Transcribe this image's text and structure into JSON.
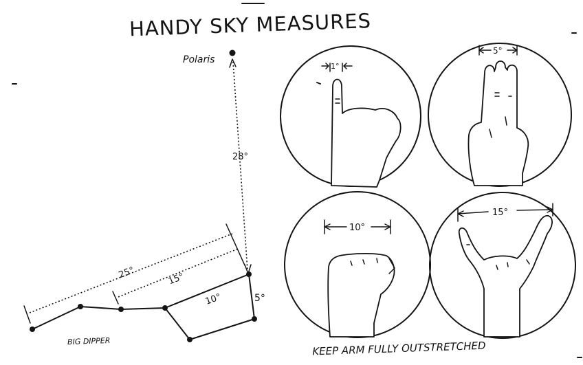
{
  "title": "HANDY SKY MEASURES",
  "polaris_label": "Polaris",
  "big_dipper_label": "BIG DIPPER",
  "footer": "KEEP ARM FULLY OUTSTRETCHED",
  "dipper_measures": {
    "to_polaris": "28°",
    "span_25": "25°",
    "span_15": "15°",
    "span_10": "10°",
    "span_5": "5°"
  },
  "hand_measures": {
    "little_finger": "1°",
    "three_fingers": "5°",
    "fist": "10°",
    "spread_hand": "15°"
  }
}
